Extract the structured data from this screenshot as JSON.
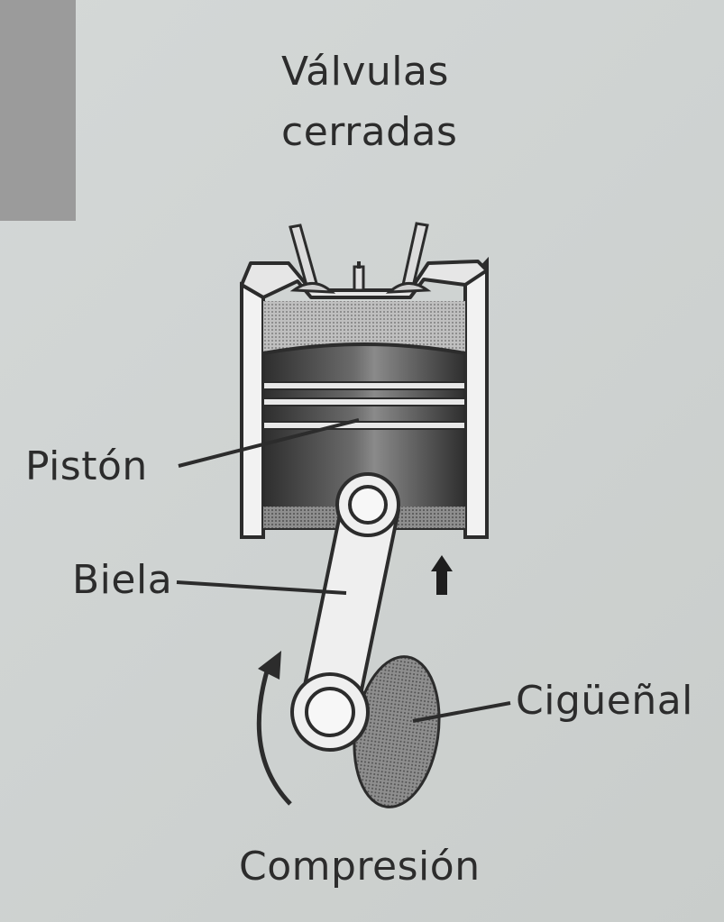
{
  "title": {
    "line1": "Válvulas",
    "line2": "cerradas"
  },
  "labels": {
    "piston": "Pistón",
    "connecting_rod": "Biela",
    "crankshaft": "Cigüeñal",
    "stroke": "Compresión"
  },
  "icons": [
    "up-arrow-icon",
    "rotation-arrow-icon",
    "spark-plug-icon"
  ],
  "colors": {
    "background": "#d0d4d3",
    "ink": "#2c2c2c",
    "piston_dark": "#3a3a3a",
    "crank": "#7a7a7a"
  }
}
